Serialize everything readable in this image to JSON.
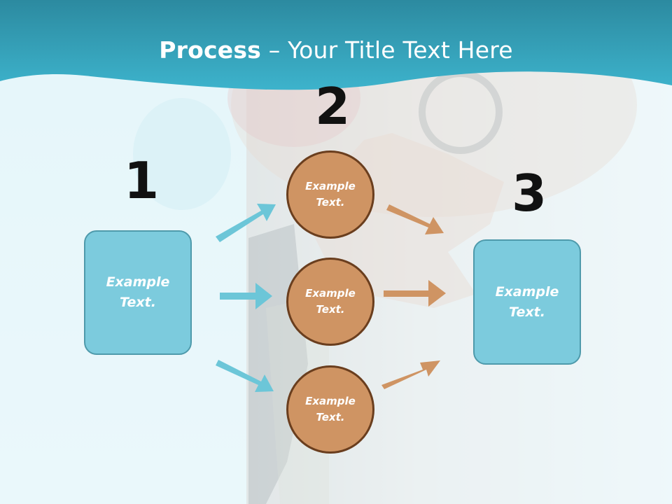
{
  "title": {
    "bold": "Process",
    "rest": " – Your Title Text Here"
  },
  "steps": {
    "one": "1",
    "two": "2",
    "three": "3"
  },
  "left_box": {
    "text": "Example Text."
  },
  "circles": [
    {
      "text": "Example Text."
    },
    {
      "text": "Example Text."
    },
    {
      "text": "Example Text."
    }
  ],
  "right_box": {
    "text": "Example Text."
  },
  "colors": {
    "header": "#2a9cb5",
    "box_fill": "#7ccbdd",
    "circle_fill": "#cf9463",
    "left_arrow": "#6cc6d8",
    "right_arrow": "#cf9463"
  }
}
